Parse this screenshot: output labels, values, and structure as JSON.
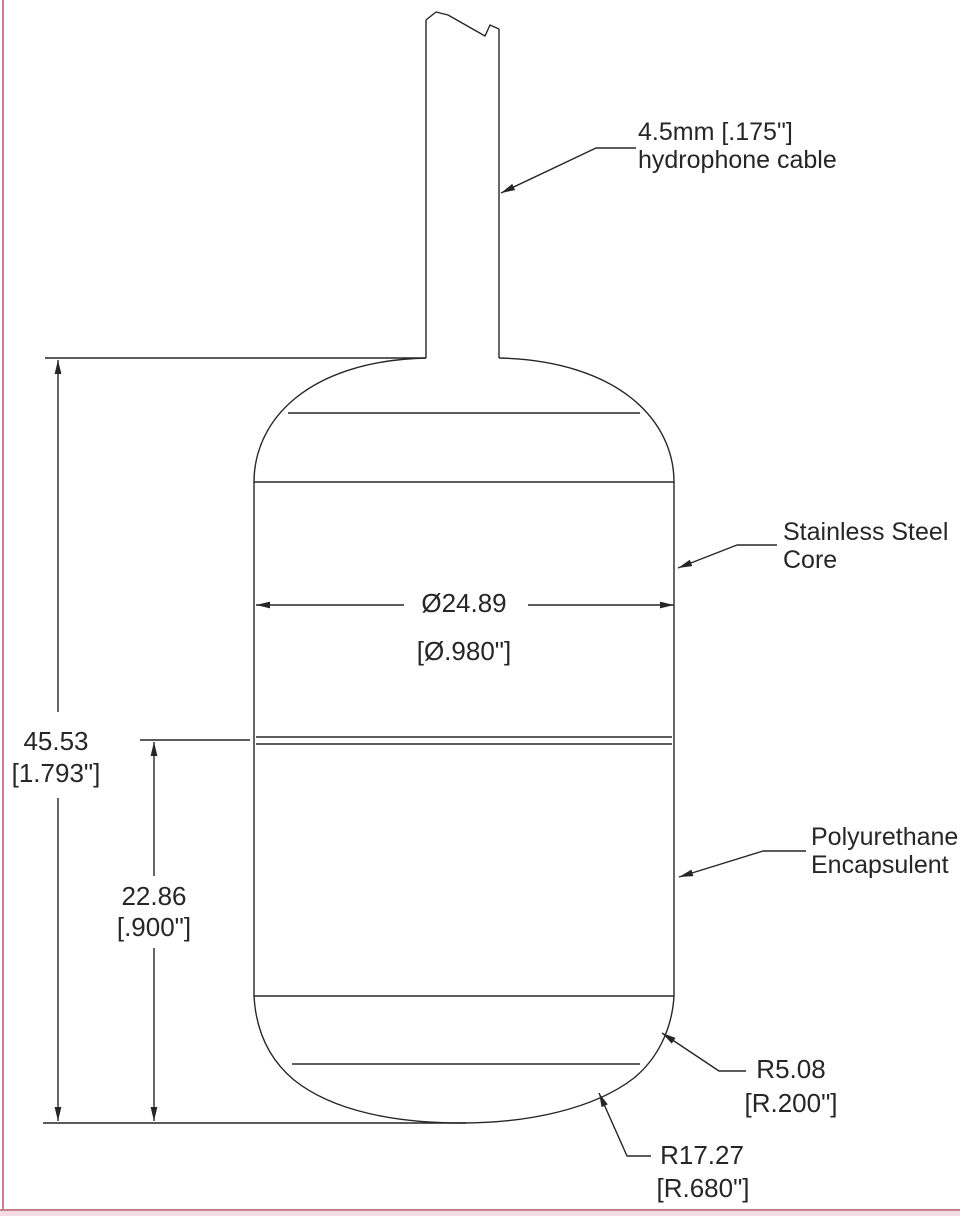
{
  "page": {
    "type": "engineering-drawing",
    "subject": "hydrophone",
    "colors": {
      "line": "#262626",
      "border_pink": "#c4808e",
      "border_pink_light": "#f3dde3",
      "background": "#ffffff"
    }
  },
  "annotations": {
    "cable": {
      "line1": "4.5mm [.175\"]",
      "line2": "hydrophone cable"
    },
    "core": {
      "line1": "Stainless Steel",
      "line2": "Core"
    },
    "encapsulant": {
      "line1": "Polyurethane",
      "line2": "Encapsulent"
    }
  },
  "dimensions": {
    "overall_height": {
      "metric": "45.53",
      "imperial": "[1.793\"]"
    },
    "lower_section_height": {
      "metric": "22.86",
      "imperial": "[.900\"]"
    },
    "diameter": {
      "metric": "Ø24.89",
      "imperial": "[Ø.980\"]"
    },
    "corner_radius": {
      "metric": "R5.08",
      "imperial": "[R.200\"]"
    },
    "bottom_radius": {
      "metric": "R17.27",
      "imperial": "[R.680\"]"
    }
  }
}
